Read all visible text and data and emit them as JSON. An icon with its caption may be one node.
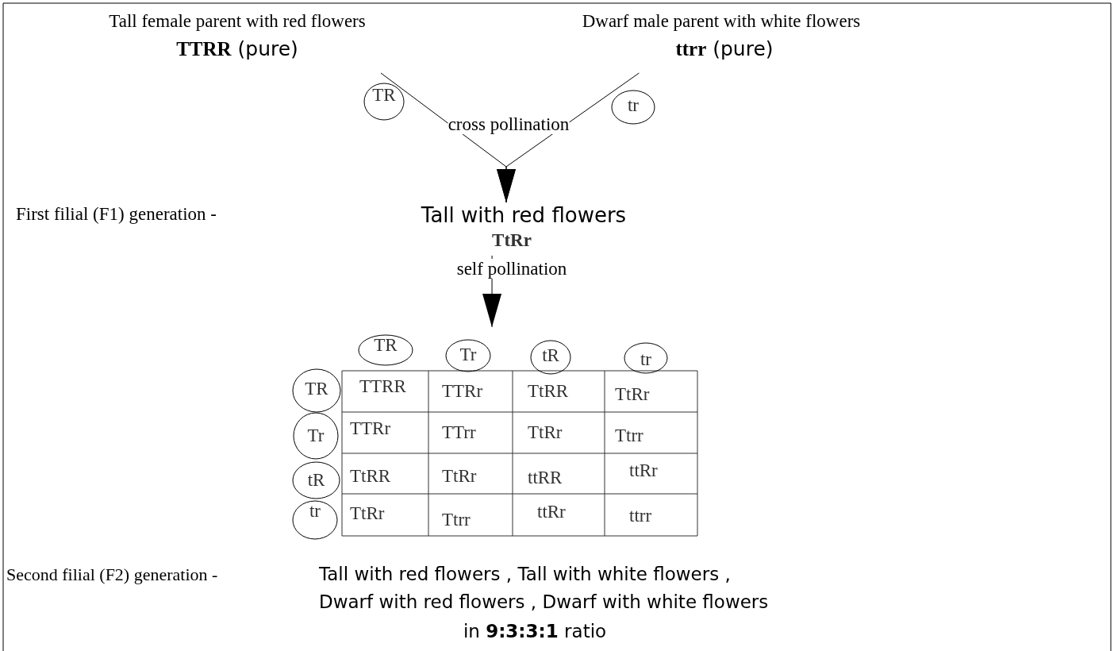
{
  "diagram": {
    "nodes": [
      {
        "text": [
          "Tall female parent with red flowers",
          "**TTRR** (pure)"
        ]
      },
      {
        "text": [
          "Dwarf male parent with white flowers",
          "**ttrr** (pure)"
        ]
      },
      {
        "text": [
          "TR"
        ]
      },
      {
        "text": [
          "tr"
        ]
      },
      {
        "text": [
          "Tall with red flowers",
          "TtRr"
        ]
      },
      {
        "text": [],
        "shape": "box"
      },
      {
        "text": [
          "TR"
        ],
        "in": 5
      },
      {
        "text": [
          "Tr"
        ],
        "in": 5
      },
      {
        "text": [
          "tR"
        ],
        "in": 5
      },
      {
        "text": [
          "tr"
        ],
        "in": 5
      },
      {
        "text": [
          "TR"
        ],
        "in": 5
      },
      {
        "text": [
          "Tr"
        ],
        "in": 5
      },
      {
        "text": [
          "tR"
        ],
        "in": 5
      },
      {
        "text": [
          "tr"
        ],
        "in": 5
      }
    ],
    "edges": [
      {
        "from": 0,
        "to": 4,
        "arrow": "to"
      },
      {
        "from": 1,
        "to": 4,
        "arrow": "to"
      },
      {
        "from": 4,
        "to": 5,
        "arrow": "to",
        "label": "self pollination"
      }
    ],
    "labels": [
      "cross pollination",
      "First filial (F1) generation -",
      "TTRR",
      "TTRr",
      "TtRR",
      "TtRr",
      "TTRr",
      "TTrr",
      "TtRr",
      "Ttrr",
      "TtRR",
      "TtRr",
      "ttRR",
      "ttRr",
      "TtRr",
      "Ttrr",
      "ttRr",
      "ttrr",
      "Second filial (F2) generation -",
      "Tall with red flowers , Tall with white flowers ,",
      "Dwarf with red flowers , Dwarf with white flowers",
      "in **9:3:3:1** ratio"
    ]
  }
}
